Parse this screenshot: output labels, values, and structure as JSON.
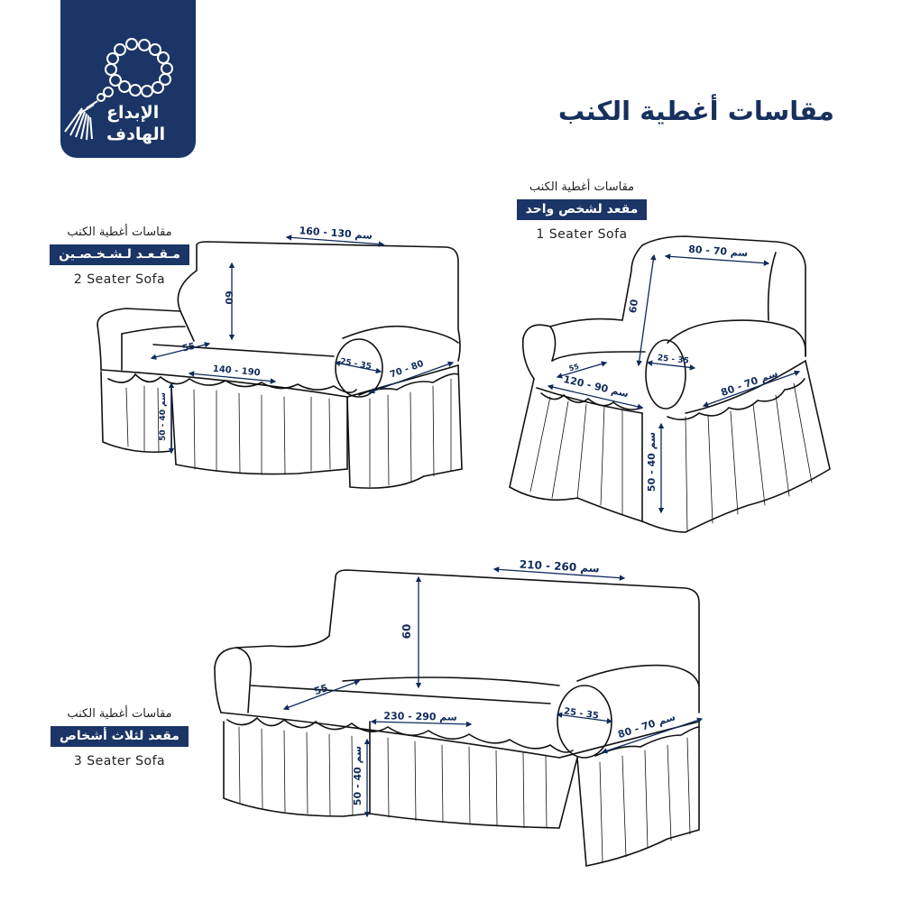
{
  "logo": {
    "line1": "الإبداع",
    "line2": "الهادف",
    "mark": "prayer-beads-tassel-icon"
  },
  "title": "مقاسات أغطية الكنب",
  "colors": {
    "brand_navy": "#1a3566",
    "line": "#111111",
    "dimension": "#0f2a5c"
  },
  "sofas": {
    "two_seater": {
      "subtitle": "مقاسات أغطية الكنب",
      "badge": "مـقـعـد لـشـخـصـين",
      "english": "2 Seater Sofa",
      "dims": {
        "width": "160 - 130 سم",
        "back_height": "60",
        "depth": "55",
        "seat": "140 - 190",
        "arm": "25 - 35",
        "arm_depth": "70 - 80",
        "skirt": "50 - 40 سم"
      }
    },
    "one_seater": {
      "subtitle": "مقاسات أغطية الكنب",
      "badge": "مقعد لشخص واحد",
      "english": "1 Seater Sofa",
      "dims": {
        "top": "80 - 70 سم",
        "back_height": "60",
        "depth": "55",
        "seat": "120 - 90 سم",
        "arm": "25 - 35",
        "arm_depth": "80 - 70 سم",
        "skirt": "50 - 40 سم"
      }
    },
    "three_seater": {
      "subtitle": "مقاسات أغطية الكنب",
      "badge": "مقعد لثلاث أشخاص",
      "english": "3 Seater Sofa",
      "dims": {
        "width": "210 - 260 سم",
        "back_height": "60",
        "depth": "55",
        "seat": "230 - 290 سم",
        "arm": "25 - 35",
        "arm_depth": "80 - 70 سم",
        "skirt": "50 - 40 سم"
      }
    }
  }
}
